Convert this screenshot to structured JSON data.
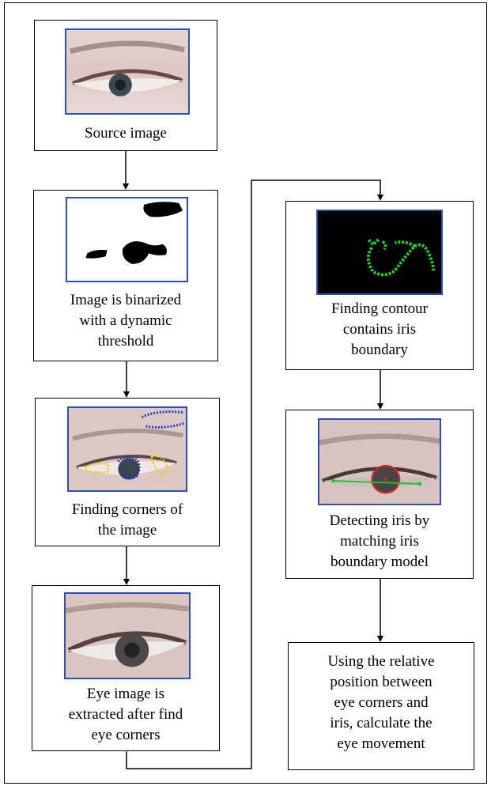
{
  "steps": {
    "source": {
      "label": "Source image",
      "image": "eye-photo"
    },
    "binarized": {
      "label_lines": [
        "Image is binarized",
        "with a dynamic",
        "threshold"
      ],
      "image": "binary-eye-mask"
    },
    "corners": {
      "label_lines": [
        "Finding corners of",
        "the image"
      ],
      "image": "eye-photo-with-corner-points"
    },
    "extracted": {
      "label_lines": [
        "Eye image is",
        "extracted after find",
        "eye corners"
      ],
      "image": "cropped-eye-photo"
    },
    "contour": {
      "label_lines": [
        "Finding contour",
        "contains iris",
        "boundary"
      ],
      "image": "green-contour-on-black"
    },
    "iris": {
      "label_lines": [
        "Detecting iris by",
        "matching iris",
        "boundary model"
      ],
      "image": "eye-photo-with-iris-circle"
    },
    "movement": {
      "label_lines": [
        "Using the relative",
        "position between",
        "eye corners and",
        "iris, calculate the",
        "eye movement"
      ]
    }
  },
  "colors": {
    "image_border": "#2f4fb8",
    "corner_blue": "#1f2fd0",
    "corner_yellow": "#e6d21a",
    "contour_green": "#22d22a",
    "iris_circle": "#e02020",
    "iris_line": "#22c030"
  }
}
